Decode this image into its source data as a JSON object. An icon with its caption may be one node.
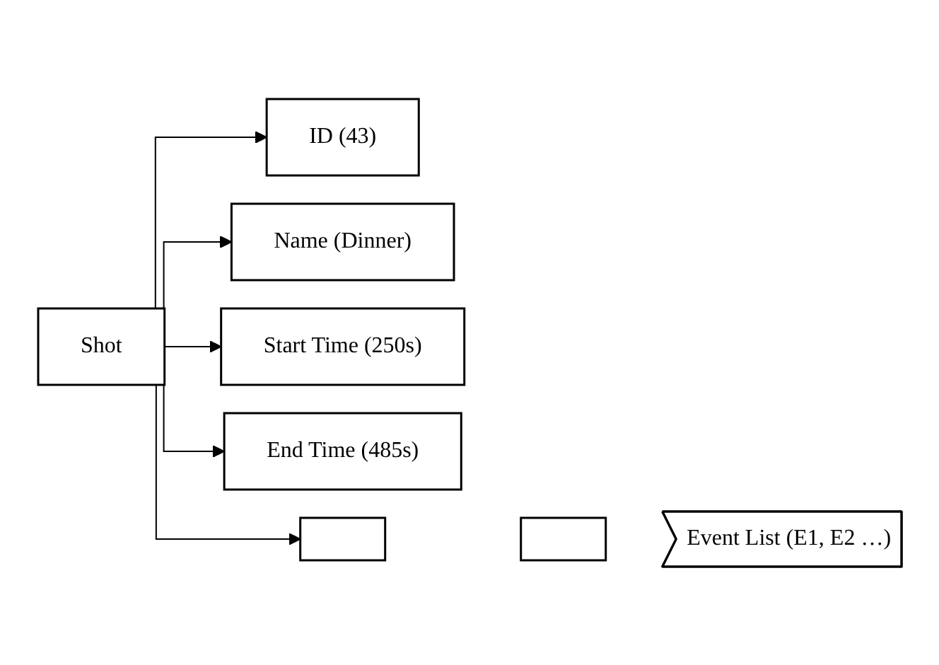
{
  "diagram": {
    "nodes": [
      {
        "text": [
          "Shot"
        ]
      },
      {
        "text": [
          "ID (43)"
        ]
      },
      {
        "text": [
          "Name (Dinner)"
        ]
      },
      {
        "text": [
          "Start Time (250s)"
        ]
      },
      {
        "text": [
          "End Time (485s)"
        ]
      },
      {
        "text": [],
        "shape": "box"
      },
      {
        "text": [],
        "shape": "box"
      },
      {
        "text": [
          "Event List (E1, E2 …)"
        ]
      }
    ],
    "edges": [
      {
        "from": 0,
        "to": 1,
        "arrow": "to"
      },
      {
        "from": 0,
        "to": 2,
        "arrow": "to"
      },
      {
        "from": 0,
        "to": 3,
        "arrow": "to"
      },
      {
        "from": 0,
        "to": 4,
        "arrow": "to"
      },
      {
        "from": 0,
        "to": 5,
        "arrow": "to"
      }
    ]
  }
}
